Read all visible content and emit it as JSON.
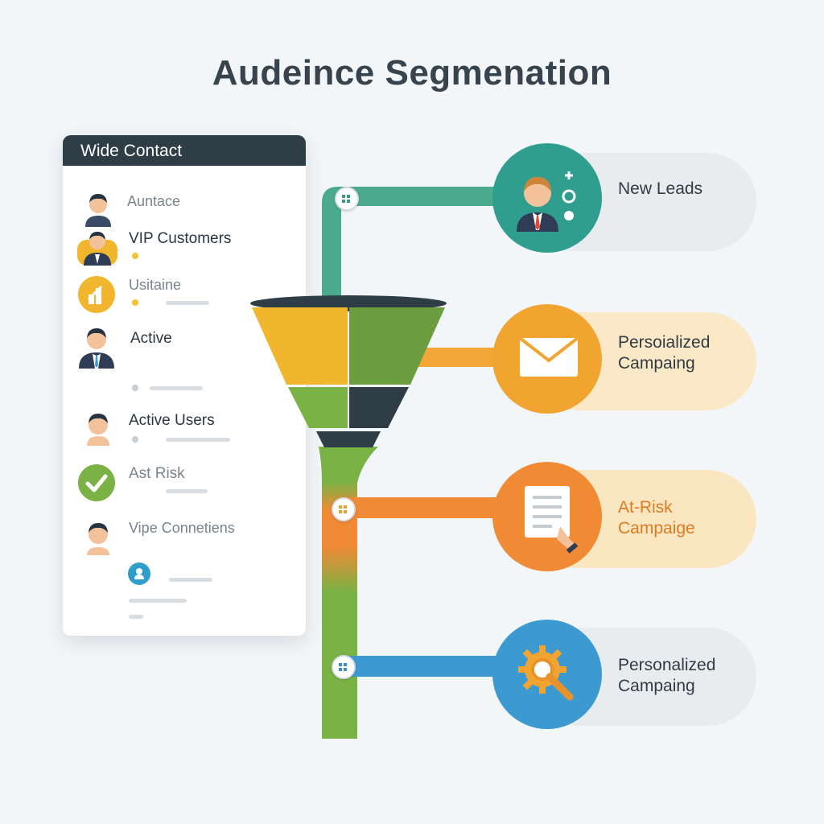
{
  "title": "Audeince Segmenation",
  "panel": {
    "header": "Wide Contact",
    "items": [
      {
        "label": "Auntace"
      },
      {
        "label": "VIP Customers"
      },
      {
        "label": "Usitaine"
      },
      {
        "label": "Active"
      },
      {
        "label": "Active Users"
      },
      {
        "label": "Ast Risk"
      },
      {
        "label": "Vipe Connetiens"
      }
    ]
  },
  "segments": [
    {
      "line1": "New Leads",
      "line2": "",
      "color": "#2f9e8f",
      "icon": "person-icon"
    },
    {
      "line1": "Persoialized",
      "line2": "Campaing",
      "color": "#f1a530",
      "icon": "envelope-icon"
    },
    {
      "line1": "At-Risk",
      "line2": "Campaige",
      "color": "#f08a35",
      "icon": "document-icon"
    },
    {
      "line1": "Personalized",
      "line2": "Campaing",
      "color": "#3d9ad1",
      "icon": "gear-search-icon"
    }
  ],
  "colors": {
    "teal": "#4aab8c",
    "green": "#7ab245",
    "orange": "#f08a35",
    "blue": "#3d9ad1",
    "yellow": "#f1b834",
    "navy": "#2f3d47"
  }
}
